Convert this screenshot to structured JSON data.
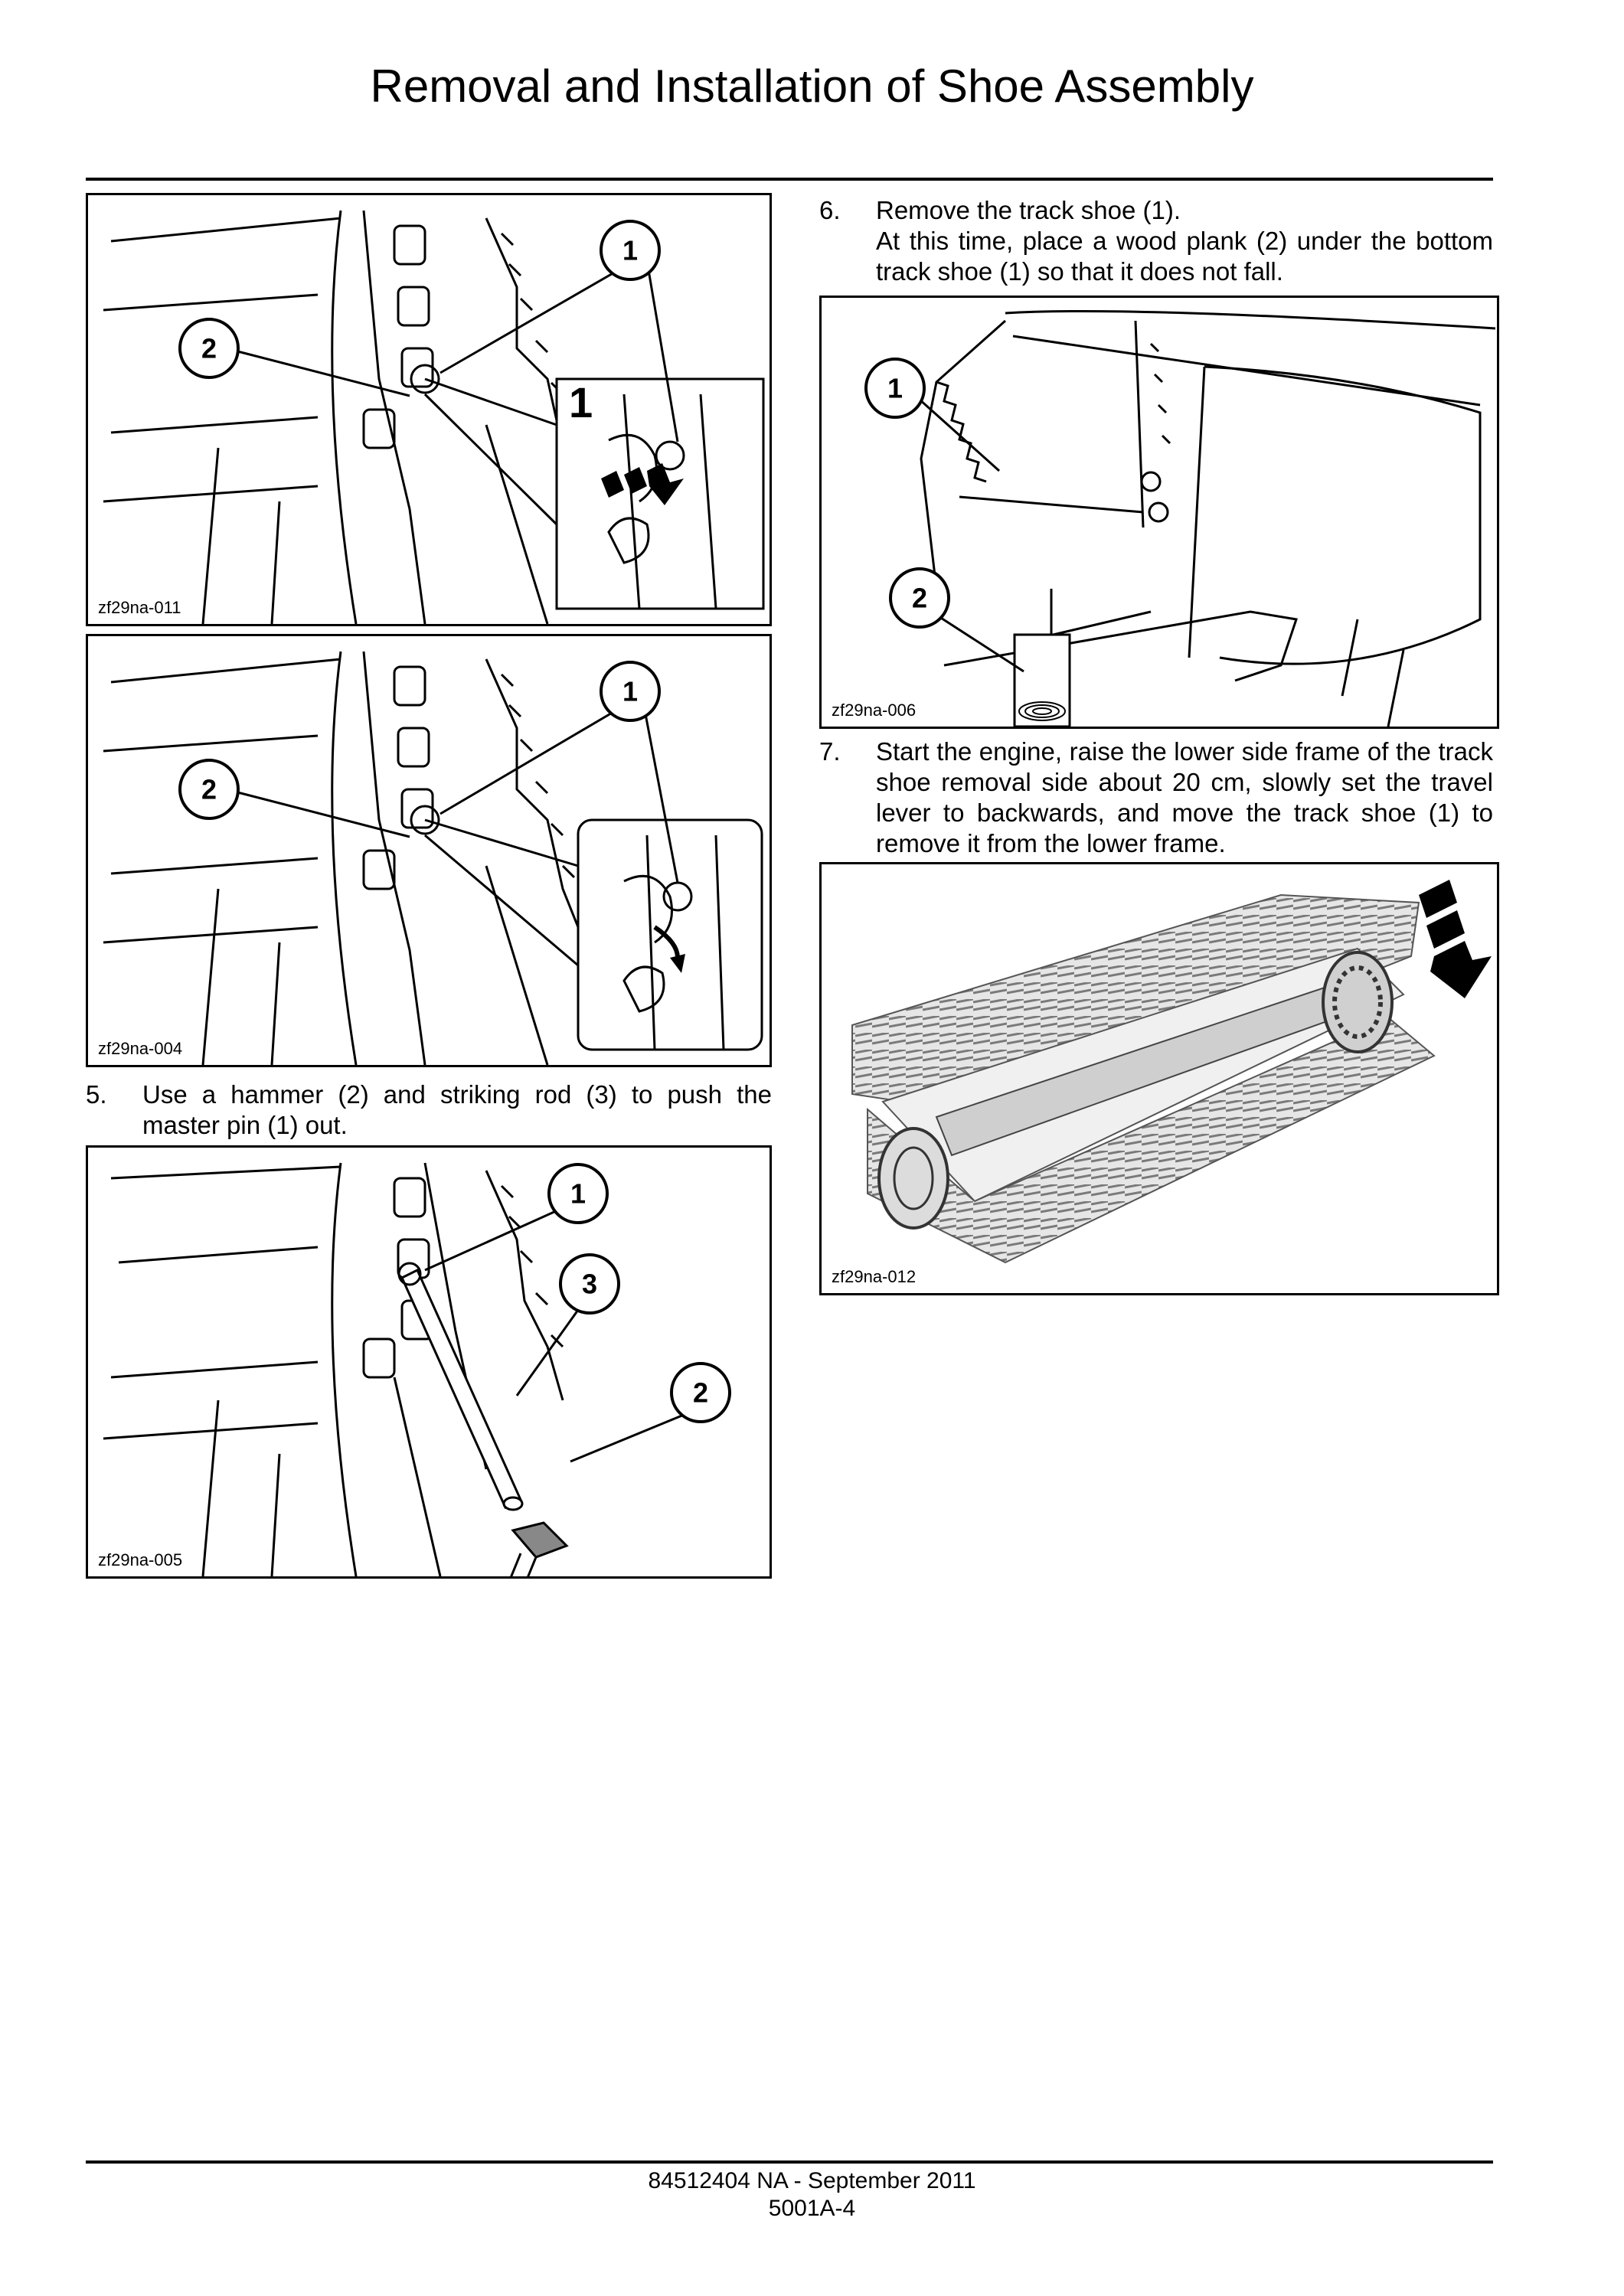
{
  "page": {
    "title": "Removal and Installation of Shoe Assembly",
    "footer_line1": "84512404 NA - September 2011",
    "footer_line2": "5001A-4"
  },
  "figures": [
    {
      "id": "zf29na-011",
      "callouts": [
        "1",
        "2",
        "1"
      ]
    },
    {
      "id": "zf29na-004",
      "callouts": [
        "1",
        "2"
      ]
    },
    {
      "id": "zf29na-005",
      "callouts": [
        "1",
        "3",
        "2"
      ]
    },
    {
      "id": "zf29na-006",
      "callouts": [
        "1",
        "2"
      ]
    },
    {
      "id": "zf29na-012",
      "callouts": []
    }
  ],
  "steps": [
    {
      "num": "5.",
      "lines": [
        "Use a hammer (2) and striking rod (3) to push the master pin (1) out."
      ]
    },
    {
      "num": "6.",
      "lines": [
        "Remove the track shoe (1).",
        "At this time, place a wood plank (2) under the bottom track shoe (1) so that it does not fall."
      ]
    },
    {
      "num": "7.",
      "lines": [
        "Start the engine, raise the lower side frame of the track shoe removal side about 20 cm, slowly set the travel lever to backwards, and move the track shoe (1) to remove it from the lower frame."
      ]
    }
  ]
}
